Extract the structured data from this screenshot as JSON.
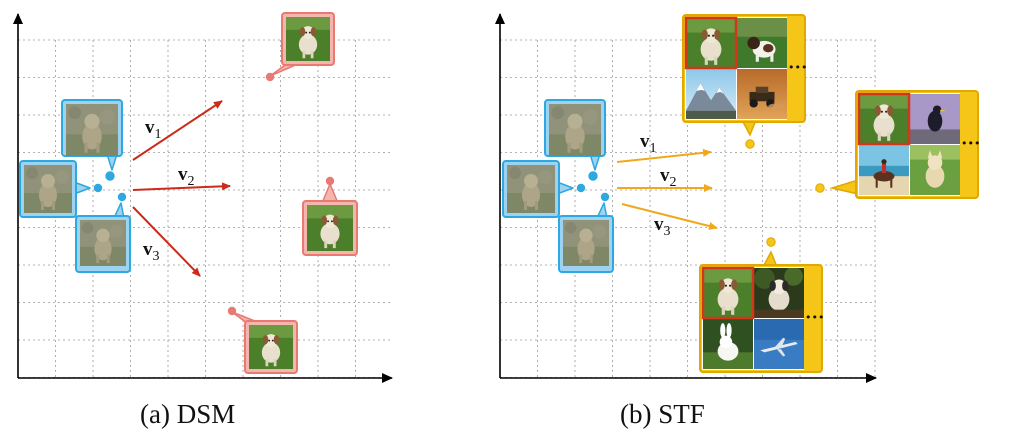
{
  "panels": [
    {
      "id": "dsm",
      "caption": "(a)  DSM",
      "vectors": [
        {
          "name": "v",
          "sub": "1"
        },
        {
          "name": "v",
          "sub": "2"
        },
        {
          "name": "v",
          "sub": "3"
        }
      ],
      "source_images": [
        "dog-sitting-noisy",
        "dog-sitting-noisy",
        "dog-sitting-noisy"
      ],
      "target_images": [
        "dog-in-grass",
        "dog-in-grass",
        "dog-in-grass"
      ]
    },
    {
      "id": "stf",
      "caption": "(b)  STF",
      "vectors": [
        {
          "name": "v",
          "sub": "1"
        },
        {
          "name": "v",
          "sub": "2"
        },
        {
          "name": "v",
          "sub": "3"
        }
      ],
      "source_images": [
        "dog-sitting-noisy",
        "dog-sitting-noisy",
        "dog-sitting-noisy"
      ],
      "target_groups": [
        [
          "dog-in-grass",
          "dog-on-field",
          "snowy-mountains",
          "vehicle-on-sand"
        ],
        [
          "dog-in-grass",
          "bird-on-rock",
          "horse-rider-on-beach",
          "cat-in-grass"
        ],
        [
          "dog-in-grass",
          "dog-in-forest",
          "rabbit-in-grass",
          "airplane-in-sky"
        ]
      ],
      "ellipsis": "•••"
    }
  ],
  "colors": {
    "source_frame": "#2ea8e0",
    "source_fill": "#9dd3f0",
    "dsm_arrow": "#cc2a1a",
    "dsm_frame": "#e87a72",
    "stf_arrow": "#f0a81c",
    "stf_frame": "#f5c518",
    "highlight_frame": "#d4361a",
    "grid": "#9a9a9a",
    "axis": "#000000"
  }
}
